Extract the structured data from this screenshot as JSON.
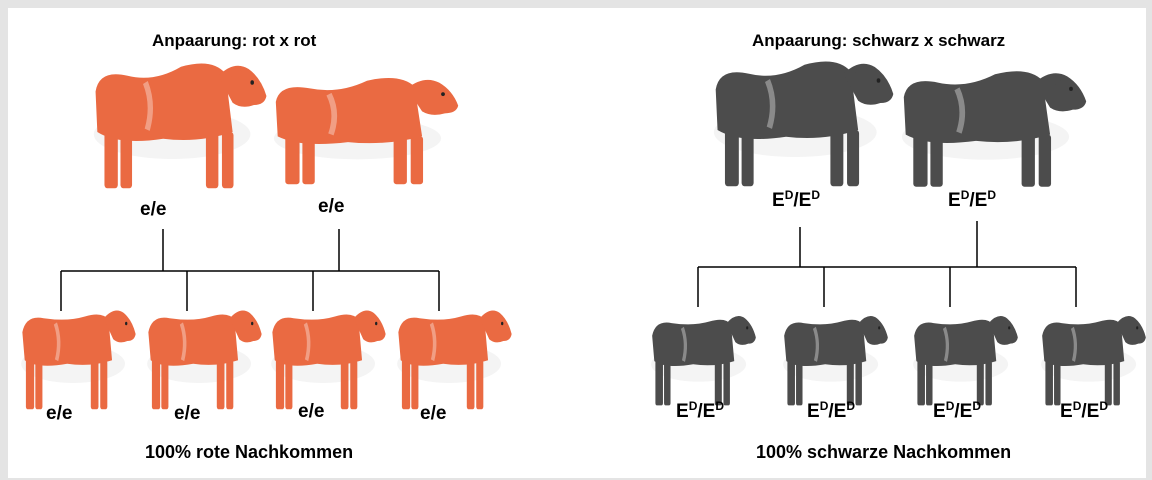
{
  "colors": {
    "red": "#ea6a42",
    "black": "#4c4c4c"
  },
  "left": {
    "title": "Anpaarung: rot x rot",
    "parents": [
      {
        "genotype": "e/e"
      },
      {
        "genotype": "e/e"
      }
    ],
    "offspring": [
      {
        "genotype": "e/e"
      },
      {
        "genotype": "e/e"
      },
      {
        "genotype": "e/e"
      },
      {
        "genotype": "e/e"
      }
    ],
    "result": "100% rote Nachkommen"
  },
  "right": {
    "title": "Anpaarung: schwarz x schwarz",
    "parent_genotype": {
      "base": "E",
      "sup": "D"
    },
    "offspring_count": 4,
    "result": "100% schwarze Nachkommen"
  }
}
